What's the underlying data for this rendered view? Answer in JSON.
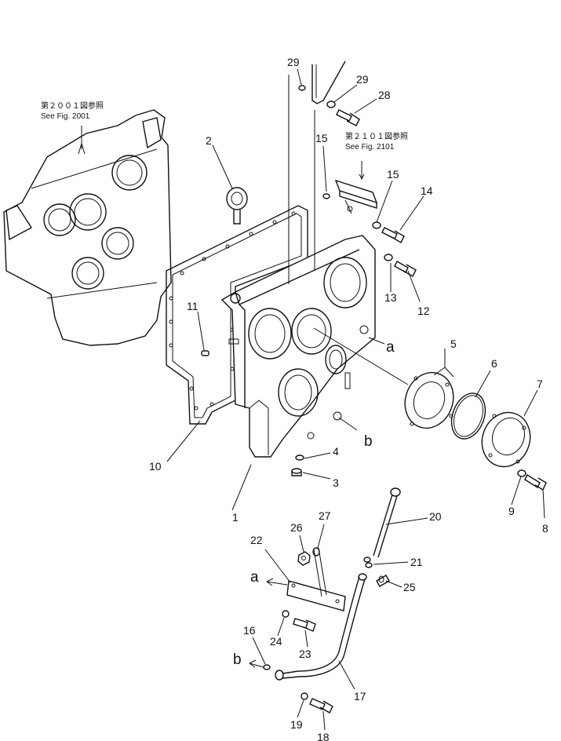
{
  "reference_notes": [
    {
      "id": "note-fig2001",
      "jp": "第２００１図参照",
      "en": "See Fig. 2001"
    },
    {
      "id": "note-fig2101",
      "jp": "第２１０１図参照",
      "en": "See Fig. 2101"
    }
  ],
  "callouts": [
    {
      "id": "1",
      "text": "1"
    },
    {
      "id": "2",
      "text": "2"
    },
    {
      "id": "3",
      "text": "3"
    },
    {
      "id": "4",
      "text": "4"
    },
    {
      "id": "5",
      "text": "5"
    },
    {
      "id": "6",
      "text": "6"
    },
    {
      "id": "7",
      "text": "7"
    },
    {
      "id": "8",
      "text": "8"
    },
    {
      "id": "9",
      "text": "9"
    },
    {
      "id": "10",
      "text": "10"
    },
    {
      "id": "11",
      "text": "11"
    },
    {
      "id": "12",
      "text": "12"
    },
    {
      "id": "13",
      "text": "13"
    },
    {
      "id": "14",
      "text": "14"
    },
    {
      "id": "15a",
      "text": "15"
    },
    {
      "id": "15b",
      "text": "15"
    },
    {
      "id": "16",
      "text": "16"
    },
    {
      "id": "17",
      "text": "17"
    },
    {
      "id": "18",
      "text": "18"
    },
    {
      "id": "19",
      "text": "19"
    },
    {
      "id": "20",
      "text": "20"
    },
    {
      "id": "21",
      "text": "21"
    },
    {
      "id": "22",
      "text": "22"
    },
    {
      "id": "23",
      "text": "23"
    },
    {
      "id": "24",
      "text": "24"
    },
    {
      "id": "25",
      "text": "25"
    },
    {
      "id": "26",
      "text": "26"
    },
    {
      "id": "27",
      "text": "27"
    },
    {
      "id": "28",
      "text": "28"
    },
    {
      "id": "29a",
      "text": "29"
    },
    {
      "id": "29b",
      "text": "29"
    }
  ],
  "connection_marks": [
    {
      "id": "a-upper",
      "text": "a"
    },
    {
      "id": "b-upper",
      "text": "b"
    },
    {
      "id": "a-lower",
      "text": "a"
    },
    {
      "id": "b-lower",
      "text": "b"
    }
  ]
}
